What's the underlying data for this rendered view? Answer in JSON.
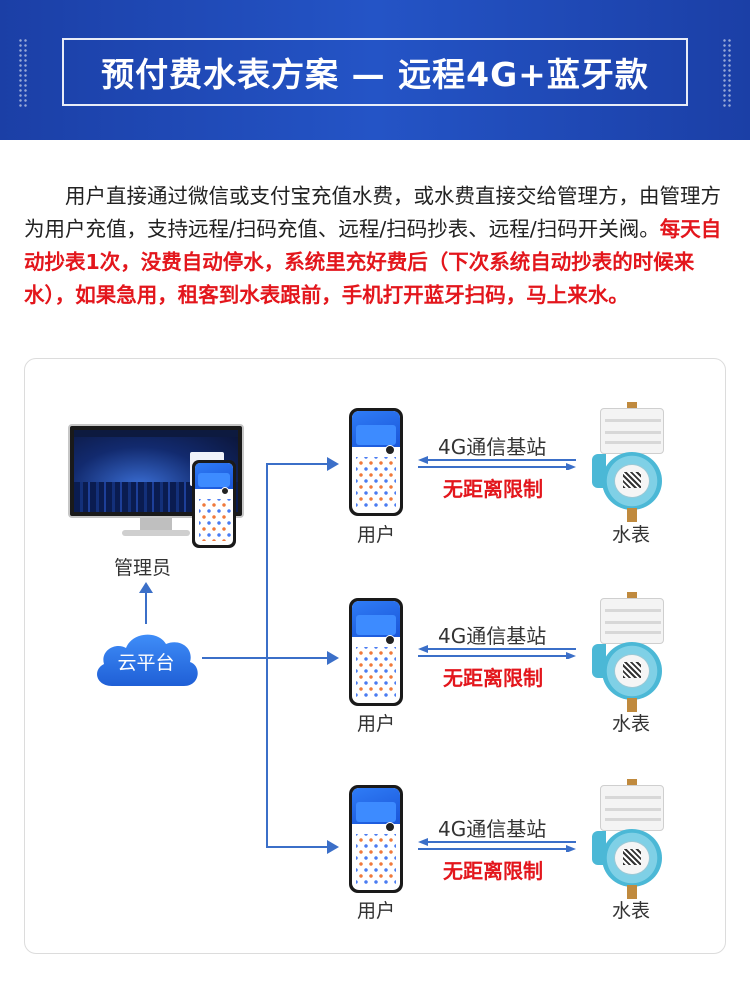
{
  "header": {
    "title": "预付费水表方案 — 远程4G+蓝牙款"
  },
  "description": {
    "normal": "用户直接通过微信或支付宝充值水费，或水费直接交给管理方，由管理方为用户充值，支持远程/扫码充值、远程/扫码抄表、远程/扫码开关阀。",
    "highlight": "每天自动抄表1次，没费自动停水，系统里充好费后（下次系统自动抄表的时候来水），如果急用，租客到水表跟前，手机打开蓝牙扫码，马上来水。"
  },
  "diagram": {
    "admin_label": "管理员",
    "cloud_label": "云平台",
    "rows": [
      {
        "user_label": "用户",
        "link_label": "4G通信基站",
        "link_note": "无距离限制",
        "meter_label": "水表"
      },
      {
        "user_label": "用户",
        "link_label": "4G通信基站",
        "link_note": "无距离限制",
        "meter_label": "水表"
      },
      {
        "user_label": "用户",
        "link_label": "4G通信基站",
        "link_note": "无距离限制",
        "meter_label": "水表"
      }
    ]
  },
  "colors": {
    "header_blue": "#1b3fa6",
    "accent_red": "#e3161c",
    "line_blue": "#3b6fc8",
    "cloud_blue": "#2f7cf6"
  }
}
